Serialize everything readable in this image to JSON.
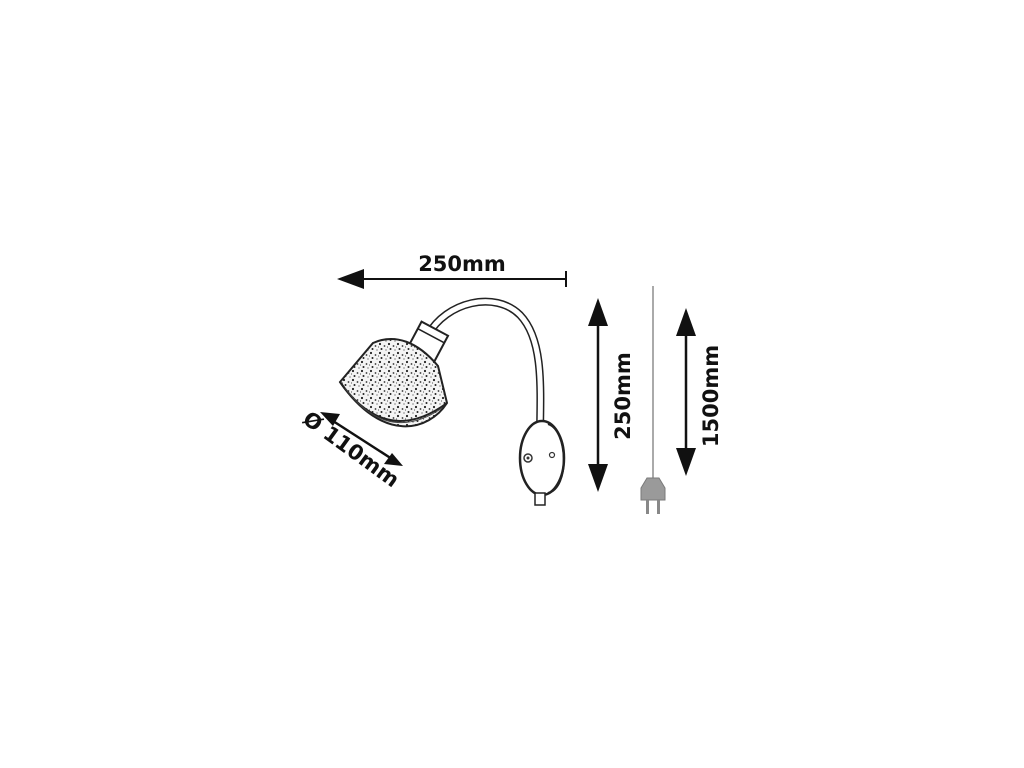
{
  "dimensions": {
    "width": "250mm",
    "height": "250mm",
    "cable_length": "1500mm",
    "shade_diameter": "Ø 110mm"
  }
}
